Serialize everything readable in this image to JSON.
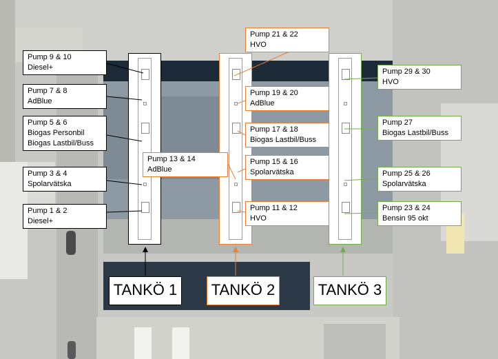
{
  "colors": {
    "tanko1": "#000000",
    "tanko2": "#ed7d31",
    "tanko3": "#70ad47"
  },
  "islands": [
    {
      "name": "TANKÖ 1",
      "pumps": [
        {
          "pump": "Pump 9 & 10",
          "fuel": "Diesel+"
        },
        {
          "pump": "Pump 7 & 8",
          "fuel": "AdBlue"
        },
        {
          "pump": "Pump 5 & 6",
          "fuel": "Biogas Personbil",
          "fuel2": "Biogas Lastbil/Buss"
        },
        {
          "pump": "Pump 3 & 4",
          "fuel": "Spolarvätska"
        },
        {
          "pump": "Pump 1 & 2",
          "fuel": "Diesel+"
        }
      ]
    },
    {
      "name": "TANKÖ 2",
      "pumps": [
        {
          "pump": "Pump 21 & 22",
          "fuel": "HVO"
        },
        {
          "pump": "Pump 19 & 20",
          "fuel": "AdBlue"
        },
        {
          "pump": "Pump 17 & 18",
          "fuel": "Biogas Lastbil/Buss"
        },
        {
          "pump": "Pump 15 & 16",
          "fuel": "Spolarvätska"
        },
        {
          "pump": "Pump 13 & 14",
          "fuel": "AdBlue"
        },
        {
          "pump": "Pump 11 & 12",
          "fuel": "HVO"
        }
      ]
    },
    {
      "name": "TANKÖ 3",
      "pumps": [
        {
          "pump": "Pump 29 & 30",
          "fuel": "HVO"
        },
        {
          "pump": "Pump 27",
          "fuel": "Biogas Lastbil/Buss"
        },
        {
          "pump": "Pump 25 & 26",
          "fuel": "Spolarvätska"
        },
        {
          "pump": "Pump 23 & 24",
          "fuel": "Bensin 95 okt"
        }
      ]
    }
  ]
}
